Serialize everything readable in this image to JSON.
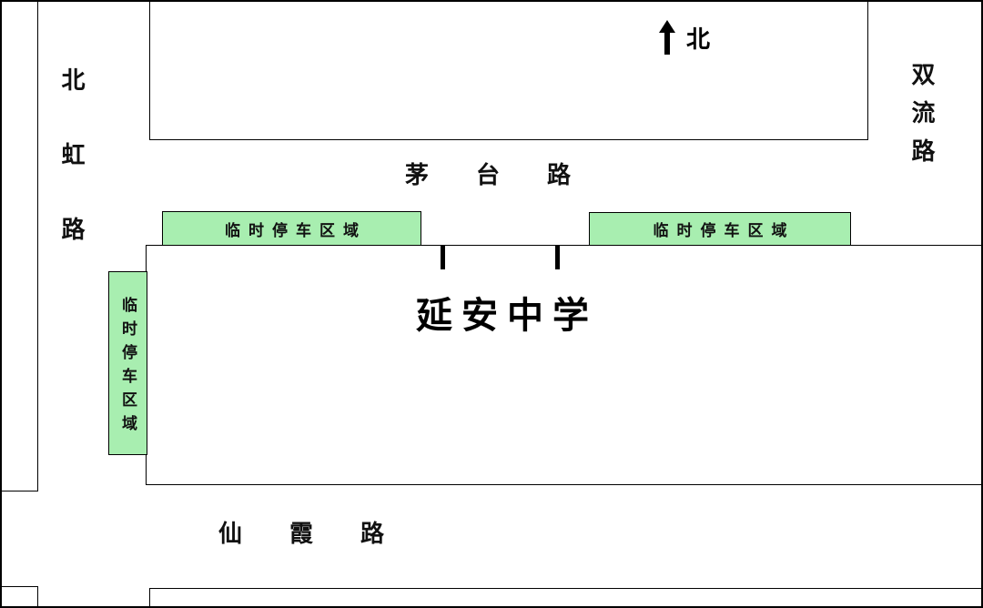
{
  "map": {
    "north_label": "北",
    "roads": {
      "maotai": "茅台路",
      "xianxia": "仙霞路",
      "beihong": "北虹路",
      "shuangliu": "双流路"
    },
    "school": "延安中学",
    "parking": {
      "top_left": "临时停车区域",
      "top_right": "临时停车区域",
      "left": "临时停车区域"
    },
    "colors": {
      "parking_fill": "#a8eeb0",
      "outline": "#000000"
    },
    "icons": [
      "north-arrow-icon"
    ]
  }
}
